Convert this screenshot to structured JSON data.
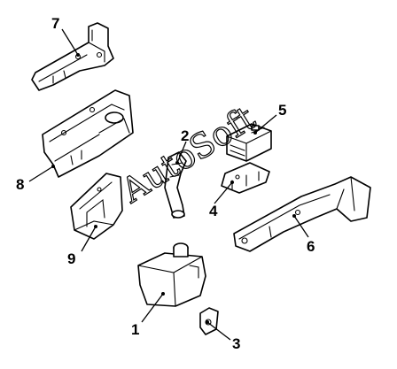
{
  "callouts": [
    "1",
    "2",
    "3",
    "4",
    "5",
    "6",
    "7",
    "8",
    "9"
  ],
  "watermark": "AutoSoft",
  "colors": {
    "line": "#000000",
    "background": "#ffffff"
  }
}
